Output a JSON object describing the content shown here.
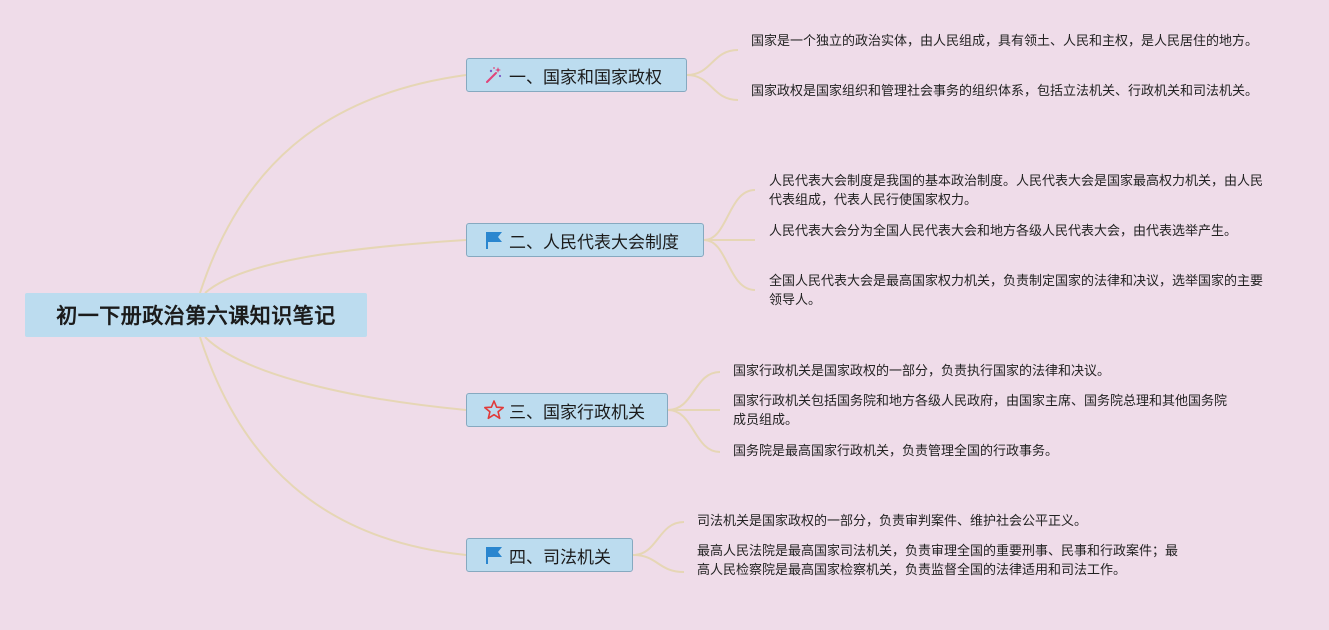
{
  "root": {
    "title": "初一下册政治第六课知识笔记"
  },
  "branches": [
    {
      "label": "一、国家和国家政权",
      "icon": "magic-wand-icon",
      "notes": [
        "国家是一个独立的政治实体，由人民组成，具有领土、人民和主权，是人民居住的地方。",
        "国家政权是国家组织和管理社会事务的组织体系，包括立法机关、行政机关和司法机关。"
      ]
    },
    {
      "label": "二、人民代表大会制度",
      "icon": "flag-icon",
      "notes": [
        "人民代表大会制度是我国的基本政治制度。人民代表大会是国家最高权力机关，由人民代表组成，代表人民行使国家权力。",
        "人民代表大会分为全国人民代表大会和地方各级人民代表大会，由代表选举产生。",
        "全国人民代表大会是最高国家权力机关，负责制定国家的法律和决议，选举国家的主要领导人。"
      ]
    },
    {
      "label": "三、国家行政机关",
      "icon": "star-icon",
      "notes": [
        "国家行政机关是国家政权的一部分，负责执行国家的法律和决议。",
        "国家行政机关包括国务院和地方各级人民政府，由国家主席、国务院总理和其他国务院成员组成。",
        "国务院是最高国家行政机关，负责管理全国的行政事务。"
      ]
    },
    {
      "label": "四、司法机关",
      "icon": "flag-icon",
      "notes": [
        "司法机关是国家政权的一部分，负责审判案件、维护社会公平正义。",
        "最高人民法院是最高国家司法机关，负责审理全国的重要刑事、民事和行政案件；最高人民检察院是最高国家检察机关，负责监督全国的法律适用和司法工作。"
      ]
    }
  ],
  "colors": {
    "background": "#efdce9",
    "node_fill": "#bcdcef",
    "node_border": "#86a9c0",
    "connector": "#e6d6b5",
    "flag": "#2a86cf",
    "star": "#e03a3a",
    "wand": "#e0447a"
  }
}
